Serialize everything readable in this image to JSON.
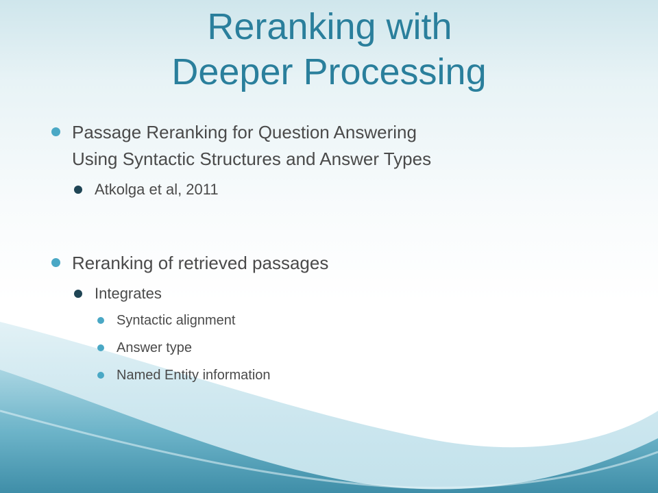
{
  "title": {
    "line1": "Reranking with",
    "line2": "Deeper Processing"
  },
  "bullets": {
    "b1_line1": "Passage Reranking for Question Answering",
    "b1_line2": "Using Syntactic Structures and Answer Types",
    "b1_sub1": "Atkolga et al, 2011",
    "b2": "Reranking of retrieved passages",
    "b2_sub1": "Integrates",
    "b2_sub1_items": [
      "Syntactic alignment",
      "Answer type",
      "Named Entity information"
    ]
  },
  "colors": {
    "title": "#2a7f9c",
    "text": "#4a4a4a",
    "bullet_light": "#4aa8c5",
    "bullet_dark": "#1f4555",
    "wave_deep": "#4f9db5"
  }
}
